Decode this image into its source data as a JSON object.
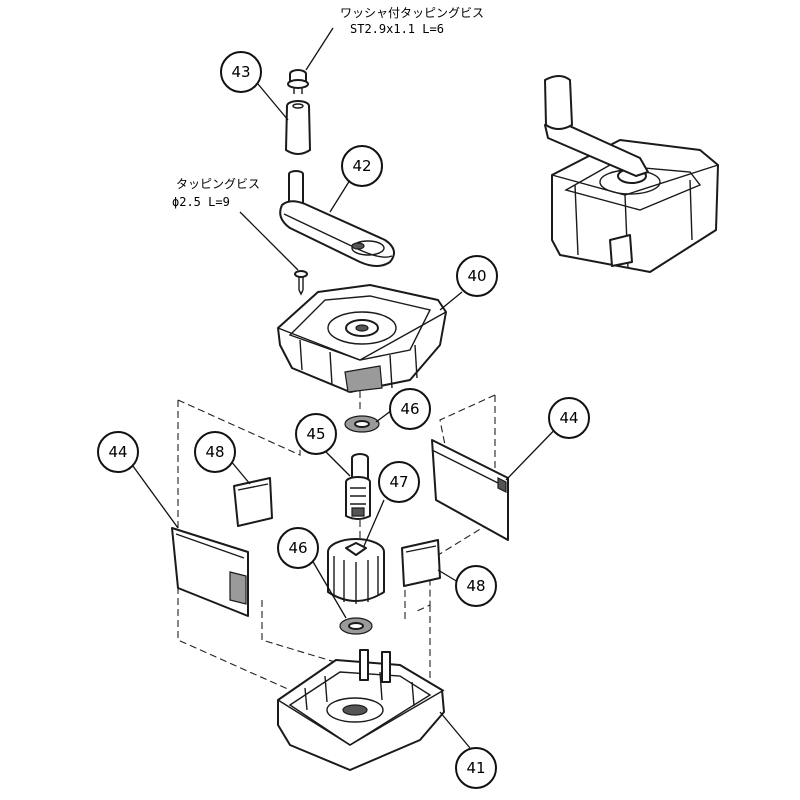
{
  "annotations": {
    "washer_screw_title": "ワッシャ付タッピングビス",
    "washer_screw_spec": "ST2.9x1.1 L=6",
    "tap_screw_title": "タッピングビス",
    "tap_screw_spec": "ϕ2.5 L=9"
  },
  "callouts": {
    "c43": "43",
    "c42": "42",
    "c40": "40",
    "c46a": "46",
    "c45": "45",
    "c47": "47",
    "c44a": "44",
    "c44b": "44",
    "c48a": "48",
    "c48b": "48",
    "c46b": "46",
    "c41": "41"
  }
}
